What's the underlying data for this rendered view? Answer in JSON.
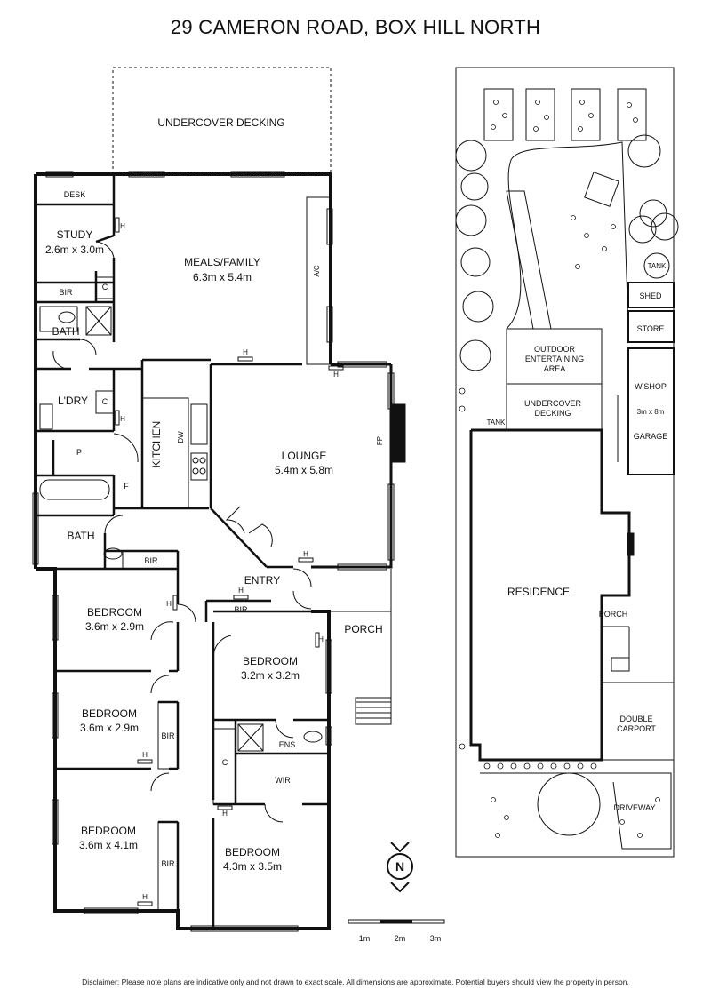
{
  "title": "29 CAMERON ROAD, BOX HILL NORTH",
  "rooms": {
    "undercover_decking": "UNDERCOVER DECKING",
    "desk": "DESK",
    "study": "STUDY",
    "study_size": "2.6m x 3.0m",
    "meals_family": "MEALS/FAMILY",
    "meals_family_size": "6.3m x 5.4m",
    "ac": "A/C",
    "bir": "BIR",
    "cupboard": "C",
    "bath": "BATH",
    "laundry": "L'DRY",
    "heater": "H",
    "pantry": "P",
    "fridge": "F",
    "kitchen": "KITCHEN",
    "dw": "DW",
    "lounge": "LOUNGE",
    "lounge_size": "5.4m x 5.8m",
    "fp": "FP",
    "entry": "ENTRY",
    "porch": "PORCH",
    "bedroom": "BEDROOM",
    "bed1_size": "3.6m x 2.9m",
    "bed2_size": "3.2m x 3.2m",
    "bed3_size": "3.6m x 2.9m",
    "bed4_size": "3.6m x 4.1m",
    "bed5_size": "4.3m x 3.5m",
    "ens": "ENS",
    "wir": "WIR"
  },
  "site": {
    "tank": "TANK",
    "shed": "SHED",
    "store": "STORE",
    "outdoor_entertaining": [
      "OUTDOOR",
      "ENTERTAINING",
      "AREA"
    ],
    "undercover_decking": [
      "UNDERCOVER",
      "DECKING"
    ],
    "tank2": "TANK",
    "wshop": "W'SHOP",
    "wshop_size": "3m x 8m",
    "garage": "GARAGE",
    "residence": "RESIDENCE",
    "porch": "PORCH",
    "double_carport": [
      "DOUBLE",
      "CARPORT"
    ],
    "driveway": "DRIVEWAY"
  },
  "compass": "N",
  "scale": {
    "labels": [
      "1m",
      "2m",
      "3m"
    ]
  },
  "disclaimer": "Disclaimer: Please note plans are indicative only and not drawn to exact scale. All dimensions are approximate. Potential buyers should view the property in person."
}
